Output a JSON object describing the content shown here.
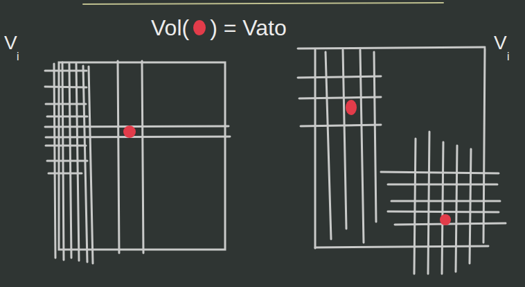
{
  "diagram": {
    "labels": [
      "Vol(",
      ") = Vato",
      "V",
      "i",
      "V",
      "i"
    ]
  }
}
